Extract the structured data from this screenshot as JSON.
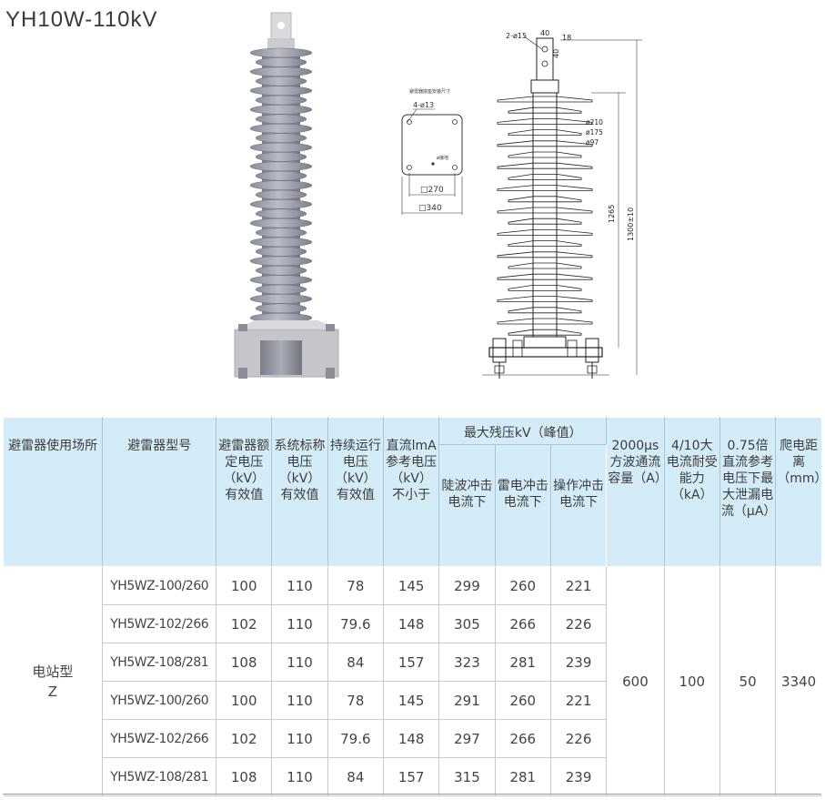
{
  "title": "YH10W-110kV",
  "base_drawing": {
    "caption": "避雷器底座安装尺寸",
    "holes": "4-ø13",
    "ground": "ø接地",
    "inner": "□270",
    "outer": "□340"
  },
  "elev_drawing": {
    "holes": "2-ø15",
    "w40": "40",
    "w18": "18",
    "h40": "40",
    "d210": "ø210",
    "d175": "ø175",
    "d97": "ø97",
    "h1265": "1265",
    "h1300": "1300±10"
  },
  "table": {
    "headers": {
      "place": "避雷器使用场所",
      "model": "避雷器型号",
      "rated": "避雷器额定电压（kV）有效值",
      "system": "系统标称电压（kV）有效值",
      "continuous": "持续运行电压（kV）有效值",
      "dc_ref": "直流lmA参考电压（kV）不小于",
      "residual_group": "最大残压kV（峰值）",
      "steep": "陡波冲击电流下",
      "lightning": "雷电冲击电流下",
      "switching": "操作冲击电流下",
      "square_wave": "2000μs方波通流容量（A）",
      "high_current": "4/10大电流耐受能力（kA）",
      "leakage": "0.75倍直流参考电压下最大泄漏电流（μA）",
      "creepage": "爬电距离（mm）"
    },
    "place_value": "电站型\nZ",
    "square_wave_value": "600",
    "high_current_value": "100",
    "leakage_value": "50",
    "creepage_value": "3340",
    "rows": [
      {
        "model": "YH5WZ-100/260",
        "rated": "100",
        "system": "110",
        "continuous": "78",
        "dc": "145",
        "steep": "299",
        "lightning": "260",
        "switching": "221"
      },
      {
        "model": "YH5WZ-102/266",
        "rated": "102",
        "system": "110",
        "continuous": "79.6",
        "dc": "148",
        "steep": "305",
        "lightning": "266",
        "switching": "226"
      },
      {
        "model": "YH5WZ-108/281",
        "rated": "108",
        "system": "110",
        "continuous": "84",
        "dc": "157",
        "steep": "323",
        "lightning": "281",
        "switching": "239"
      },
      {
        "model": "YH5WZ-100/260",
        "rated": "100",
        "system": "110",
        "continuous": "78",
        "dc": "145",
        "steep": "291",
        "lightning": "260",
        "switching": "221"
      },
      {
        "model": "YH5WZ-102/266",
        "rated": "102",
        "system": "110",
        "continuous": "79.6",
        "dc": "148",
        "steep": "297",
        "lightning": "266",
        "switching": "226"
      },
      {
        "model": "YH5WZ-108/281",
        "rated": "108",
        "system": "110",
        "continuous": "84",
        "dc": "157",
        "steep": "315",
        "lightning": "281",
        "switching": "239"
      }
    ]
  }
}
